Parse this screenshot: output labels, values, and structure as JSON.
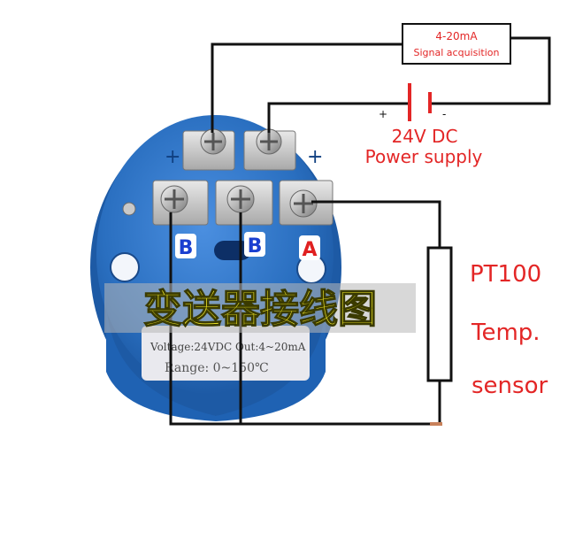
{
  "signal_box": {
    "line1": "4-20mA",
    "line2": "Signal acquisition"
  },
  "power": {
    "plus": "+",
    "minus": "-",
    "voltage": "24V DC",
    "label": "Power supply"
  },
  "terminals": {
    "left": "B",
    "middle": "B",
    "right": "A"
  },
  "sensor": {
    "line1": "PT100",
    "line2": "Temp.",
    "line3": "sensor"
  },
  "title_cn": "变送器接线图",
  "device": {
    "spec_line": "Voltage:24VDC Out:4~20mA",
    "range_line": "Range: 0~150℃",
    "plus_marks": [
      "+",
      "+"
    ]
  },
  "colors": {
    "device_blue": "#2a6fc0",
    "label_red": "#e32626",
    "title_yellow": "#f7ee2a",
    "terminal_letter_blue": "#1a3fd0",
    "terminal_letter_red": "#e02020"
  }
}
